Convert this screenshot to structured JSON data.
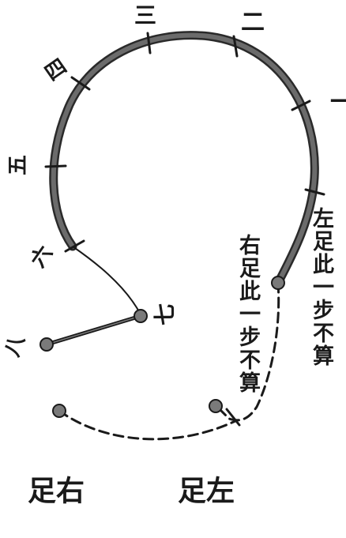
{
  "step_labels": {
    "one": "一",
    "two": "二",
    "three": "三",
    "four": "四",
    "five": "五",
    "six": "六",
    "seven": "七",
    "eight": "八"
  },
  "annotations": {
    "left_foot_not_counted": "左足此一步不算",
    "right_foot_not_counted": "右足此一步不算"
  },
  "foot_labels": {
    "right_foot": "右足",
    "left_foot": "左足"
  },
  "colors": {
    "ink": "#1a1a1a",
    "thick_path": "#6b6b6b",
    "thick_path_edge": "#2a2a2a",
    "marker_fill": "#7a7a7a"
  }
}
